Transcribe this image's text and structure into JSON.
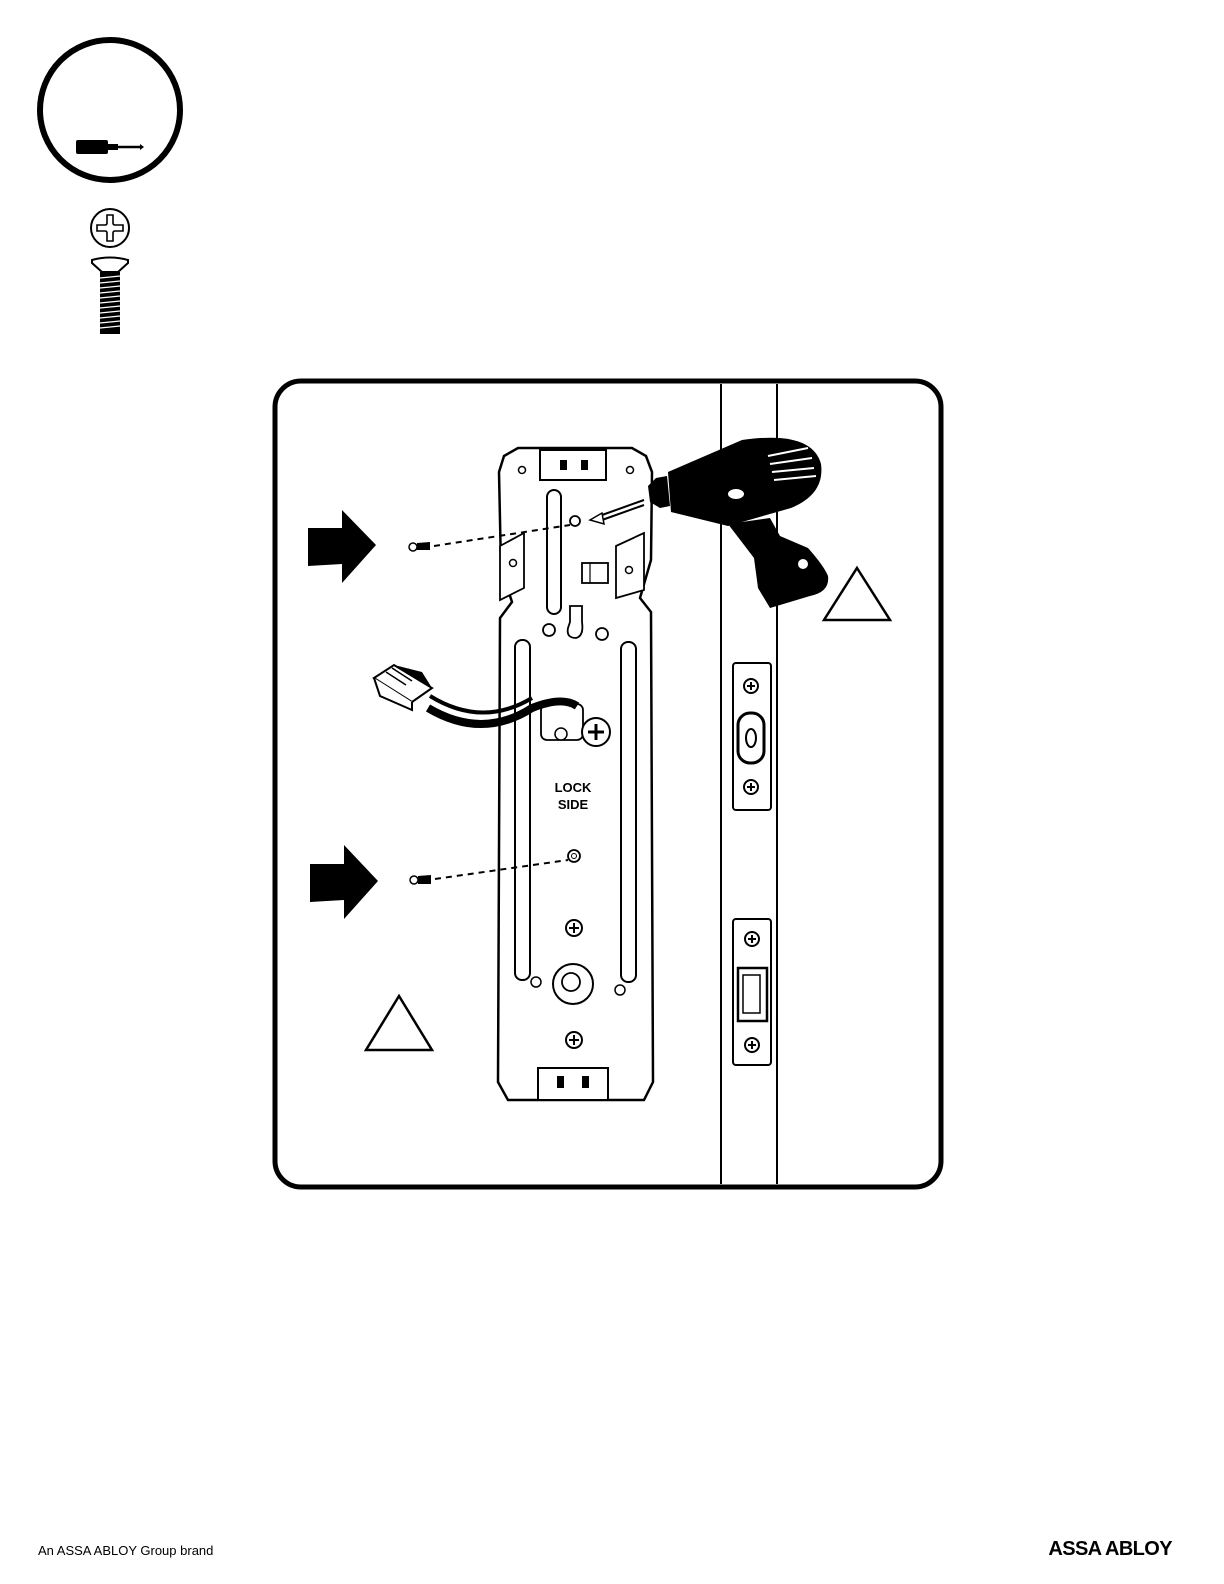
{
  "illustration": {
    "plate_label_line1": "LOCK",
    "plate_label_line2": "SIDE"
  },
  "footer": {
    "brand_text": "An ASSA ABLOY Group brand",
    "logo_text": "ASSA ABLOY"
  }
}
